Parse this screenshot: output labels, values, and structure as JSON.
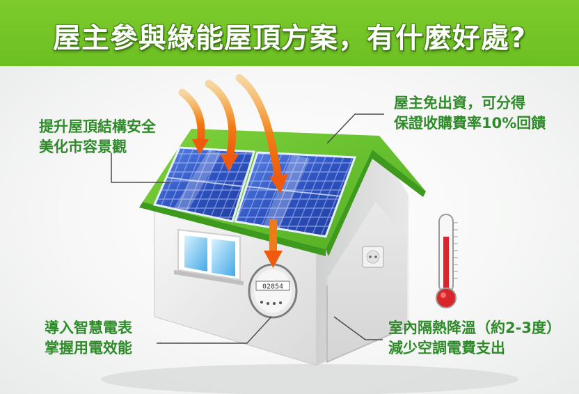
{
  "title": "屋主參與綠能屋頂方案，有什麼好處?",
  "benefits": {
    "safety": {
      "line1": "提升屋頂結構安全",
      "line2": "美化市容景觀"
    },
    "payback": {
      "line1": "屋主免出資，可分得",
      "line2": "保證收購費率10%回饋"
    },
    "meter": {
      "line1": "導入智慧電表",
      "line2": "掌握用電效能"
    },
    "insulation": {
      "line1": "室內隔熱降溫（約2-3度）",
      "line2": "減少空調電費支出"
    }
  },
  "meter_reading": "02854",
  "colors": {
    "banner": "#6cbf22",
    "label": "#2f8a2a",
    "arrow": "#f06a12",
    "roof": "#5fc02c",
    "panel": "#2f57c4"
  },
  "icons": [
    "sun-arrow-icon",
    "thermometer-icon",
    "power-outlet-icon",
    "smart-meter-icon",
    "solar-panel-icon"
  ]
}
